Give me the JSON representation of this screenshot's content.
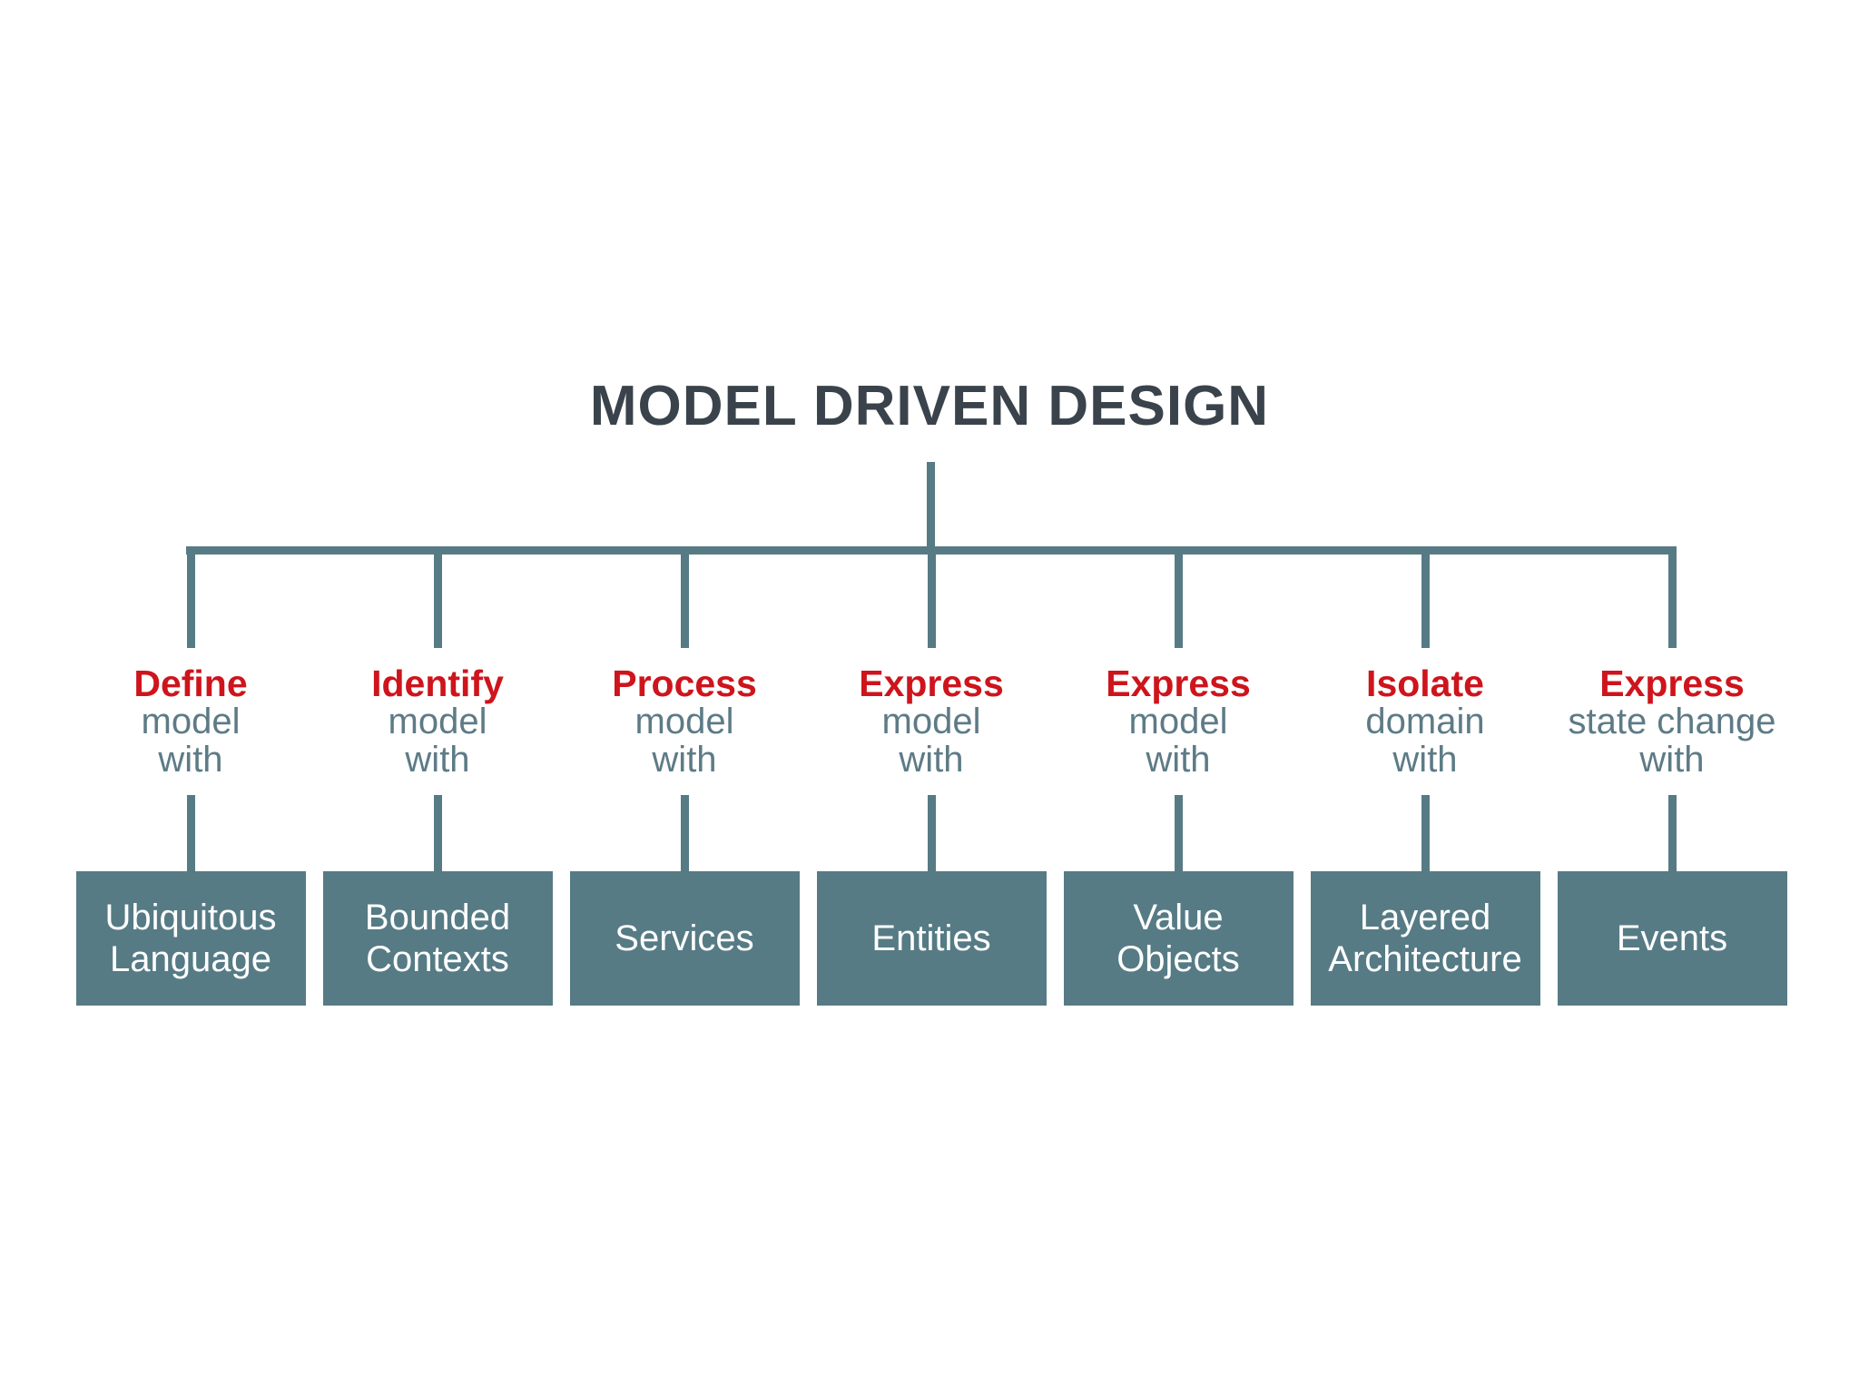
{
  "title": "MODEL DRIVEN DESIGN",
  "colors": {
    "accent_red": "#ce141c",
    "teal": "#567b85",
    "title_charcoal": "#3a434b",
    "label_gray": "#5d7b86",
    "box_text": "#ffffff",
    "background": "#ffffff"
  },
  "columns": [
    {
      "action": "Define",
      "line2": "model",
      "line3": "with",
      "box": "Ubiquitous Language"
    },
    {
      "action": "Identify",
      "line2": "model",
      "line3": "with",
      "box": "Bounded Contexts"
    },
    {
      "action": "Process",
      "line2": "model",
      "line3": "with",
      "box": "Services"
    },
    {
      "action": "Express",
      "line2": "model",
      "line3": "with",
      "box": "Entities"
    },
    {
      "action": "Express",
      "line2": "model",
      "line3": "with",
      "box": "Value Objects"
    },
    {
      "action": "Isolate",
      "line2": "domain",
      "line3": "with",
      "box": "Layered Architecture"
    },
    {
      "action": "Express",
      "line2": "state change",
      "line3": "with",
      "box": "Events"
    }
  ]
}
